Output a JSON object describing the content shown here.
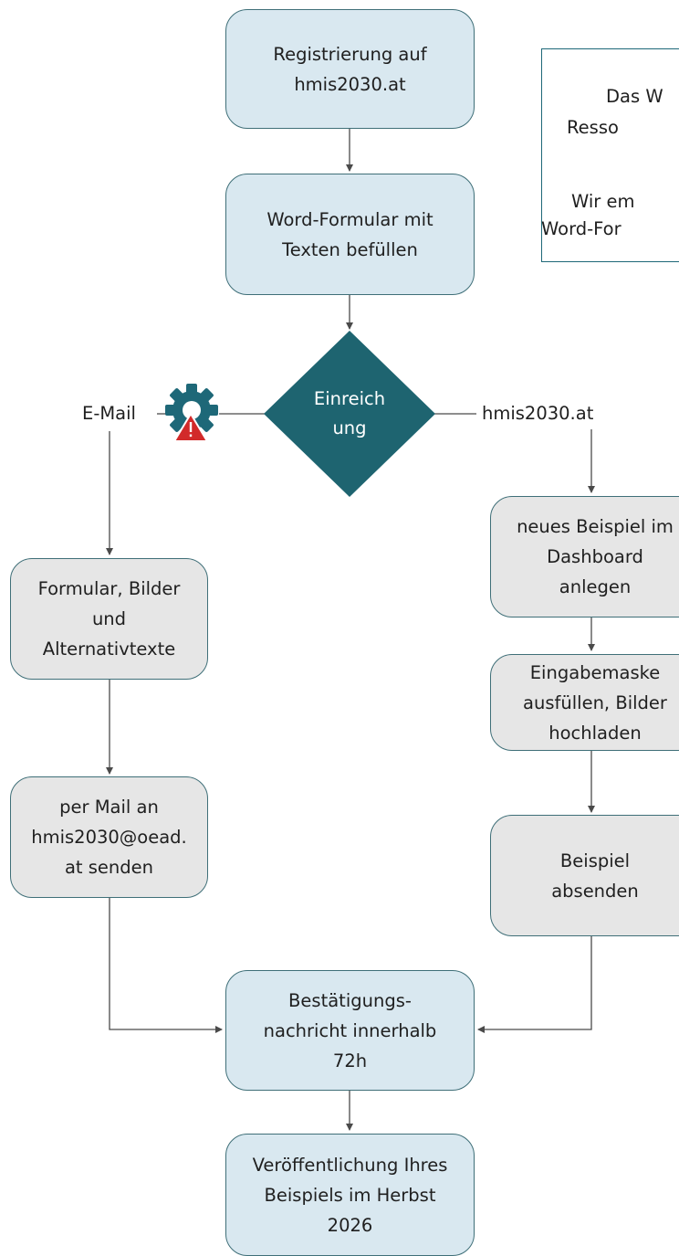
{
  "colors": {
    "box_blue": "#d9e8f0",
    "box_grey": "#e6e6e6",
    "border": "#3f6f78",
    "diamond": "#1e6470",
    "arrow": "#4a4a4a",
    "gear": "#1e6878",
    "warning": "#d22a2a"
  },
  "icons": {
    "warning_gear": "gear-warning-icon"
  },
  "steps": {
    "register": "Registrierung auf\nhmis2030.at",
    "word_form": "Word-Formular mit\nTexten befüllen",
    "decision": "Einreich\nung",
    "confirmation": "Bestätigungs-\nnachricht innerhalb\n72h",
    "publication": "Veröffentlichung Ihres\nBeispiels im Herbst\n2026"
  },
  "email_path": {
    "label": "E-Mail",
    "step1": "Formular, Bilder\nund\nAlternativtexte",
    "step2": "per Mail an\nhmis2030@oead.\nat senden"
  },
  "web_path": {
    "label": "hmis2030.at",
    "step1": "neues Beispiel im\nDashboard\nanlegen",
    "step2": "Eingabemaske\nausfüllen, Bilder\nhochladen",
    "step3": "Beispiel\nabsenden"
  },
  "note": {
    "line1": "Das W",
    "line2": "Resso",
    "line3": "Wir em",
    "line4": "Word-For"
  }
}
